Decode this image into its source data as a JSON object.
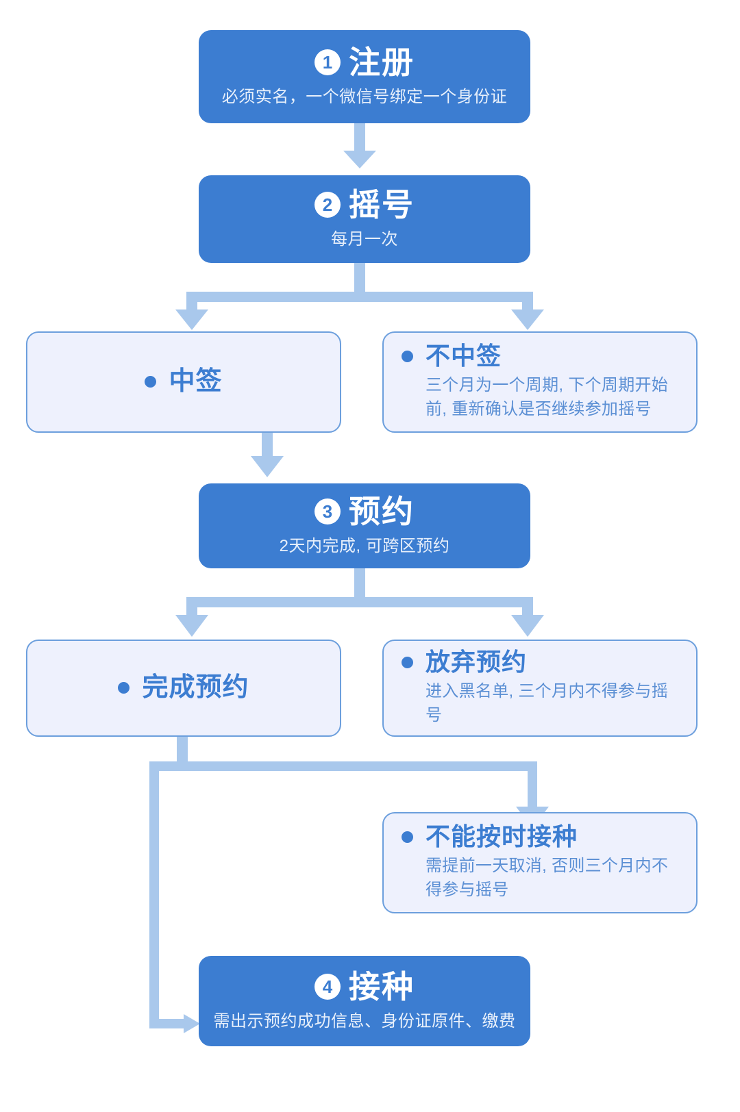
{
  "colors": {
    "primary_blue": "#3c7dd1",
    "light_box_bg": "#eef1fd",
    "light_box_border": "#6c9fdd",
    "connector": "#a9c8ec",
    "sub_text_light": "#e8f0fb",
    "sub_text_blue": "#5b8fd4"
  },
  "flow": {
    "steps": [
      {
        "badge": "1",
        "title": "注册",
        "subtitle": "必须实名，一个微信号绑定一个身份证"
      },
      {
        "badge": "2",
        "title": "摇号",
        "subtitle": "每月一次"
      },
      {
        "badge": "3",
        "title": "预约",
        "subtitle": "2天内完成, 可跨区预约"
      },
      {
        "badge": "4",
        "title": "接种",
        "subtitle": "需出示预约成功信息、身份证原件、缴费"
      }
    ],
    "outcomes": [
      {
        "title": "中签",
        "subtitle": ""
      },
      {
        "title": "不中签",
        "subtitle": "三个月为一个周期, 下个周期开始前, 重新确认是否继续参加摇号"
      },
      {
        "title": "完成预约",
        "subtitle": ""
      },
      {
        "title": "放弃预约",
        "subtitle": "进入黑名单, 三个月内不得参与摇号"
      },
      {
        "title": "不能按时接种",
        "subtitle": "需提前一天取消, 否则三个月内不得参与摇号"
      }
    ]
  }
}
